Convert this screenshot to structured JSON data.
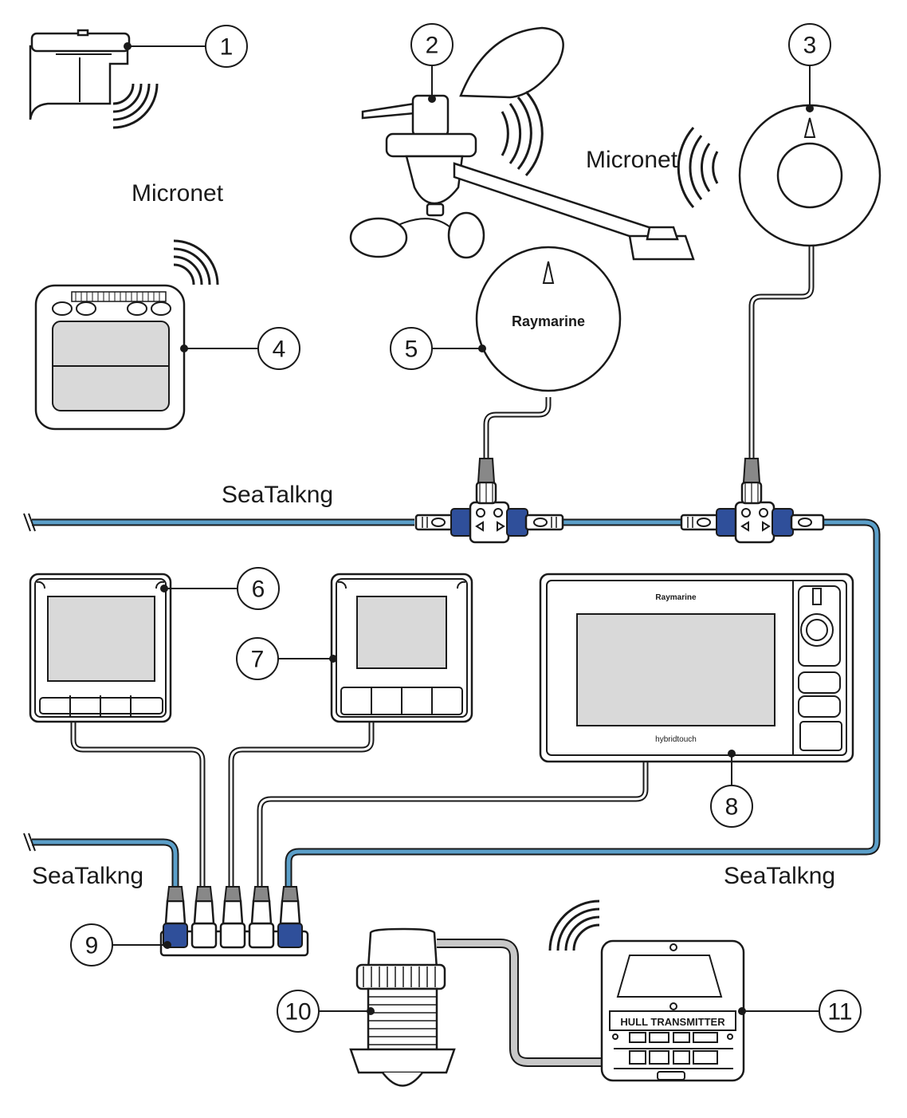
{
  "labels": {
    "micronet_left": "Micronet",
    "micronet_right": "Micronet",
    "seatalkng_top": "SeaTalkng",
    "seatalkng_left": "SeaTalkng",
    "seatalkng_right": "SeaTalkng"
  },
  "devices": {
    "compass_brand": "Raymarine",
    "mfd_brand": "Raymarine",
    "mfd_model": "hybridtouch",
    "hull_transmitter": "HULL TRANSMITTER"
  },
  "callouts": [
    "1",
    "2",
    "3",
    "4",
    "5",
    "6",
    "7",
    "8",
    "9",
    "10",
    "11"
  ],
  "colors": {
    "backbone": "#5b9fc9",
    "connector_blue": "#2f4f9a",
    "screen": "#d9d9d9",
    "outline": "#1a1a1a"
  }
}
